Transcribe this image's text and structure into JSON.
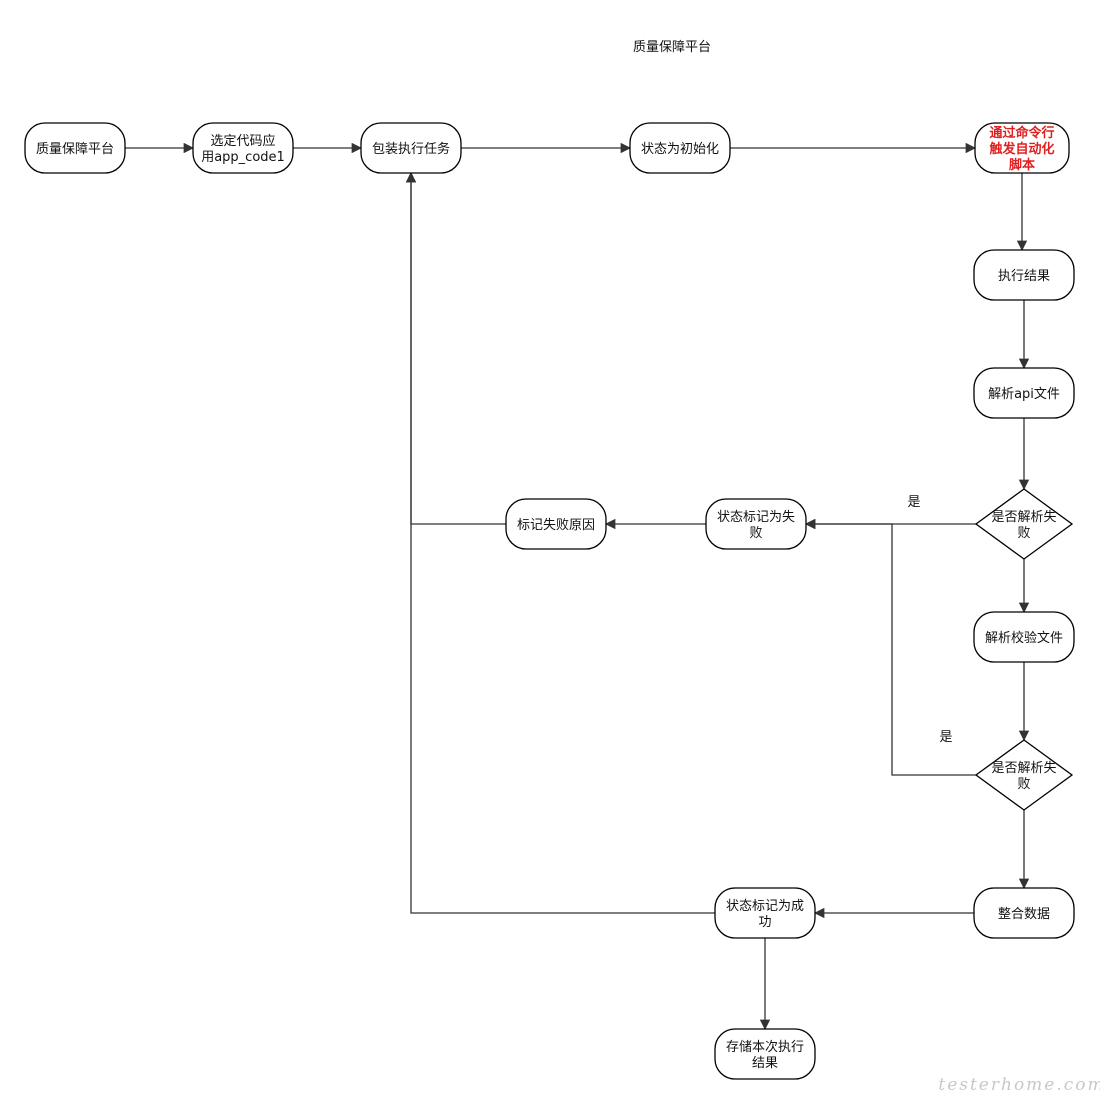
{
  "title": "质量保障平台",
  "colors": {
    "stroke": "#000000",
    "edge": "#333333",
    "highlight_text": "#e02020",
    "watermark": "#c8c8c8"
  },
  "nodes": [
    {
      "id": "n1",
      "shape": "rounded",
      "lines": [
        "质量保障平台"
      ]
    },
    {
      "id": "n2",
      "shape": "rounded",
      "lines": [
        "选定代码应",
        "用app_code1"
      ]
    },
    {
      "id": "n3",
      "shape": "rounded",
      "lines": [
        "包装执行任务"
      ]
    },
    {
      "id": "n4",
      "shape": "rounded",
      "lines": [
        "状态为初始化"
      ]
    },
    {
      "id": "n5",
      "shape": "rounded",
      "lines": [
        "通过命令行",
        "触发自动化",
        "脚本"
      ],
      "highlight": true
    },
    {
      "id": "n6",
      "shape": "rounded",
      "lines": [
        "执行结果"
      ]
    },
    {
      "id": "n7",
      "shape": "rounded",
      "lines": [
        "解析api文件"
      ]
    },
    {
      "id": "d1",
      "shape": "diamond",
      "lines": [
        "是否解析失",
        "败"
      ]
    },
    {
      "id": "n8",
      "shape": "rounded",
      "lines": [
        "状态标记为失",
        "败"
      ]
    },
    {
      "id": "n9",
      "shape": "rounded",
      "lines": [
        "标记失败原因"
      ]
    },
    {
      "id": "n10",
      "shape": "rounded",
      "lines": [
        "解析校验文件"
      ]
    },
    {
      "id": "d2",
      "shape": "diamond",
      "lines": [
        "是否解析失",
        "败"
      ]
    },
    {
      "id": "n11",
      "shape": "rounded",
      "lines": [
        "整合数据"
      ]
    },
    {
      "id": "n12",
      "shape": "rounded",
      "lines": [
        "状态标记为成",
        "功"
      ]
    },
    {
      "id": "n13",
      "shape": "rounded",
      "lines": [
        "存储本次执行",
        "结果"
      ]
    }
  ],
  "edges": [
    {
      "from": "n1",
      "to": "n2"
    },
    {
      "from": "n2",
      "to": "n3"
    },
    {
      "from": "n3",
      "to": "n4"
    },
    {
      "from": "n4",
      "to": "n5"
    },
    {
      "from": "n5",
      "to": "n6"
    },
    {
      "from": "n6",
      "to": "n7"
    },
    {
      "from": "n7",
      "to": "d1"
    },
    {
      "from": "d1",
      "to": "n8",
      "label": "是"
    },
    {
      "from": "d1",
      "to": "n10"
    },
    {
      "from": "n10",
      "to": "d2"
    },
    {
      "from": "d2",
      "to": "n8",
      "label": "是"
    },
    {
      "from": "d2",
      "to": "n11"
    },
    {
      "from": "n11",
      "to": "n12"
    },
    {
      "from": "n12",
      "to": "n13"
    },
    {
      "from": "n8",
      "to": "n9"
    },
    {
      "from": "n9",
      "to": "n3"
    },
    {
      "from": "n12",
      "to": "n3"
    }
  ],
  "watermark": "testerhome.com"
}
